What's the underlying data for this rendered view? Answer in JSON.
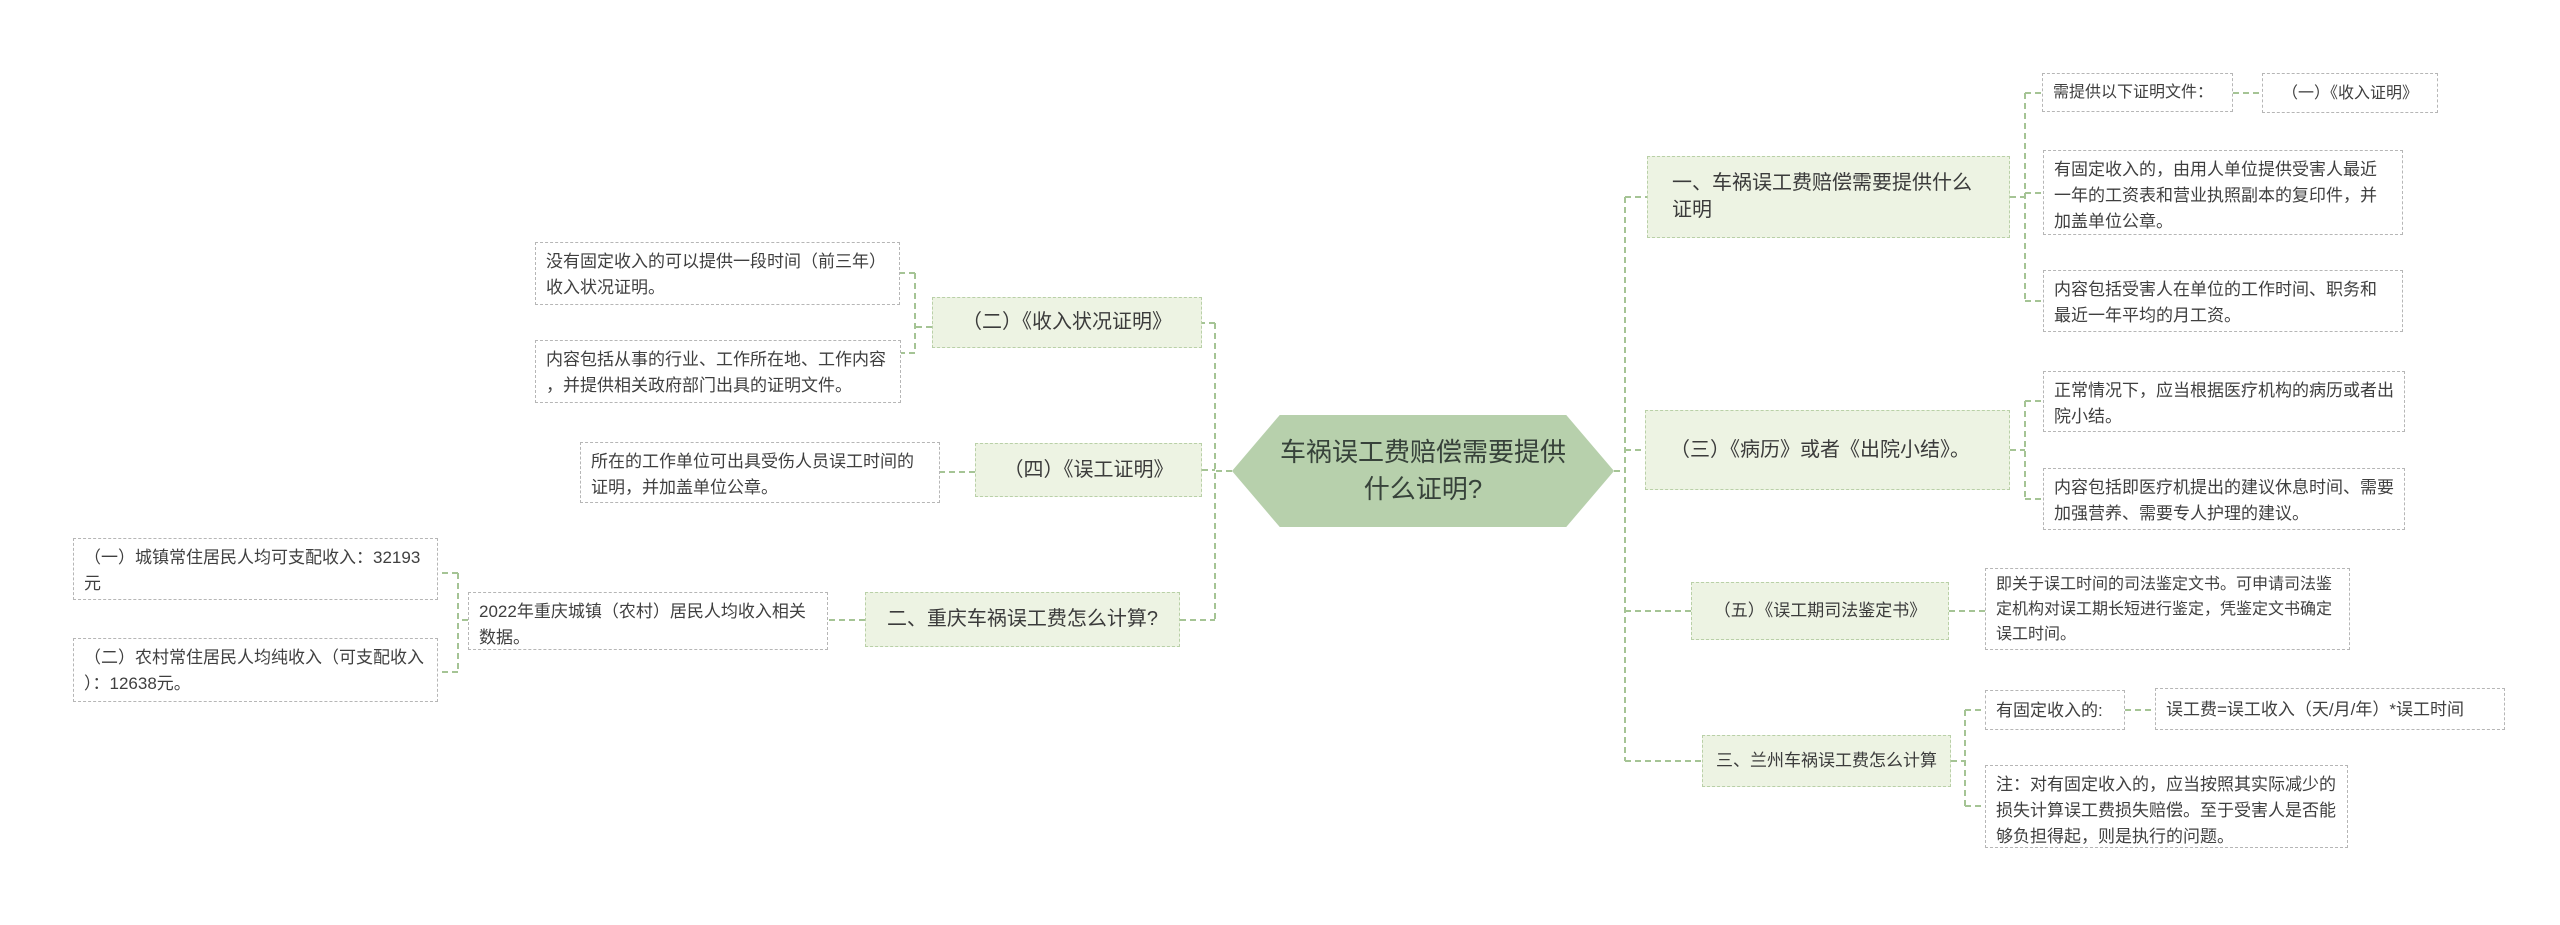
{
  "colors": {
    "root_fill": "#b7d0ac",
    "subtopic_fill": "#edf3e3",
    "subtopic_border": "#b9d0a7",
    "detail_border": "#b6b6b6",
    "connector": "#a5c495",
    "text": "#3f3f3f"
  },
  "root": {
    "text": "车祸误工费赔偿需要提供什么证明?"
  },
  "branches": {
    "b1": {
      "title": "一、车祸误工费赔偿需要提供什么证明",
      "need_docs": "需提供以下证明文件：",
      "income_cert": "（一）《收入证明》",
      "fixed_income": "有固定收入的，由用人单位提供受害人最近一年的工资表和营业执照副本的复印件，并加盖单位公章。",
      "content": "内容包括受害人在单位的工作时间、职务和最近一年平均的月工资。"
    },
    "b2": {
      "title": "（二）《收入状况证明》",
      "no_fixed": "没有固定收入的可以提供一段时间（前三年）收入状况证明。",
      "content": "内容包括从事的行业、工作所在地、工作内容，并提供相关政府部门出具的证明文件。"
    },
    "b3": {
      "title": "（三）《病历》或者《出院小结》。",
      "normal": "正常情况下，应当根据医疗机构的病历或者出院小结。",
      "content": "内容包括即医疗机提出的建议休息时间、需要加强营养、需要专人护理的建议。"
    },
    "b4": {
      "title": "（四）《误工证明》",
      "employer": "所在的工作单位可出具受伤人员误工时间的证明，并加盖单位公章。"
    },
    "b5": {
      "title": "（五）《误工期司法鉴定书》",
      "detail": "即关于误工时间的司法鉴定文书。可申请司法鉴定机构对误工期长短进行鉴定，凭鉴定文书确定误工时间。"
    },
    "chongqing": {
      "title": "二、重庆车祸误工费怎么计算?",
      "data_2022": "2022年重庆城镇（农村）居民人均收入相关数据。",
      "urban": "（一）城镇常住居民人均可支配收入：32193元",
      "rural": "（二）农村常住居民人均纯收入（可支配收入）：12638元。"
    },
    "lanzhou": {
      "title": "三、兰州车祸误工费怎么计算",
      "fixed": "有固定收入的:",
      "formula": "误工费=误工收入（天/月/年）*误工时间",
      "note": "注：对有固定收入的，应当按照其实际减少的损失计算误工费损失赔偿。至于受害人是否能够负担得起，则是执行的问题。"
    }
  }
}
